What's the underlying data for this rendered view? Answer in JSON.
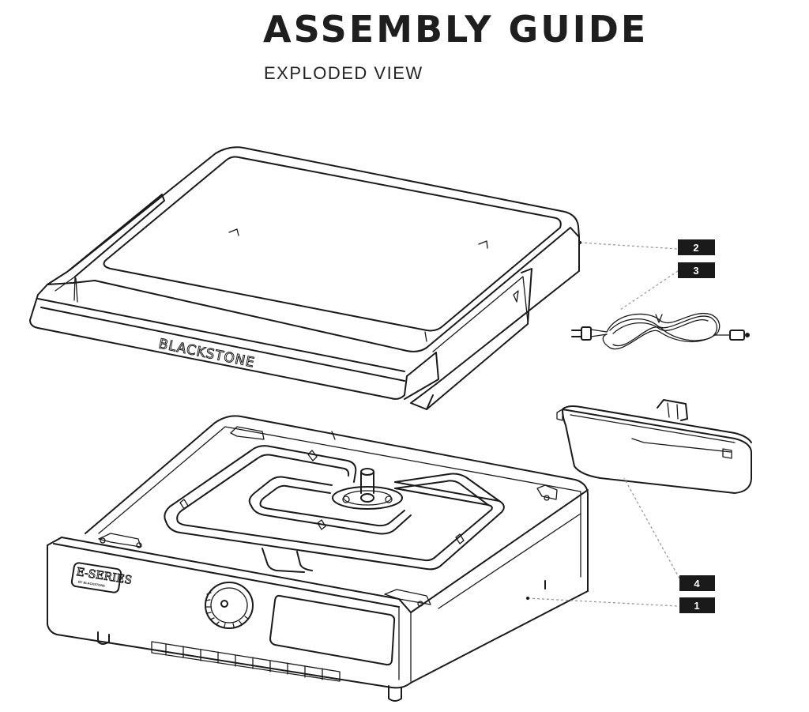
{
  "header": {
    "title": "ASSEMBLY GUIDE",
    "subtitle": "EXPLODED VIEW"
  },
  "callouts": [
    {
      "number": "2",
      "part": "griddle-top"
    },
    {
      "number": "3",
      "part": "power-cord"
    },
    {
      "number": "4",
      "part": "grease-tray"
    },
    {
      "number": "1",
      "part": "base-unit"
    }
  ],
  "parts": {
    "griddle_top": {
      "brand_text": "BLACKSTONE"
    },
    "base_unit": {
      "logo_text": "E-SERIES",
      "logo_subtext": "BY BLACKSTONE"
    }
  },
  "colors": {
    "line": "#1a1a1a",
    "leader": "#9a9a9a",
    "badge": "#1a1a1a",
    "badge_text": "#ffffff"
  }
}
